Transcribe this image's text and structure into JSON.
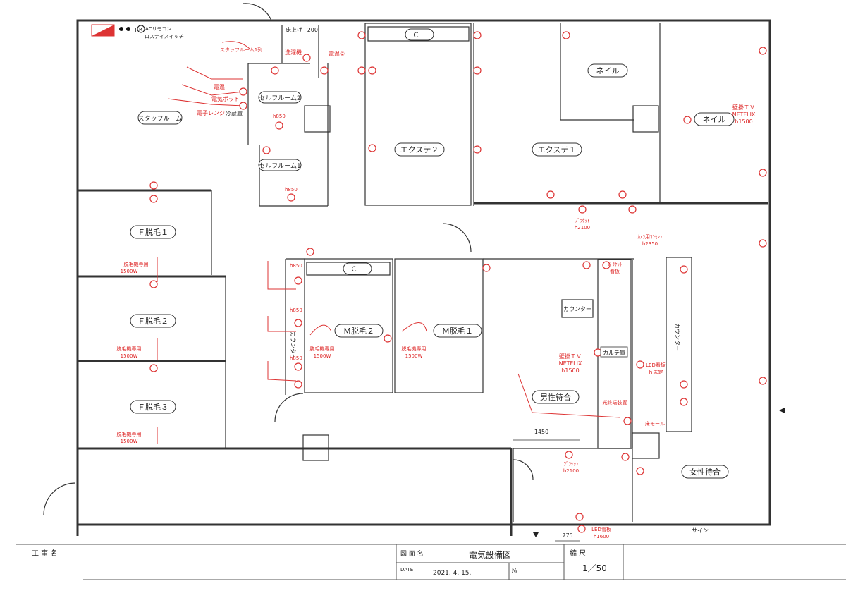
{
  "legend": {
    "l_mark": "L",
    "r_mark": "R",
    "ac_remote": "ACリモコン",
    "lossnay_switch": "ロスナイスイッチ"
  },
  "rooms": {
    "staff_room": "スタッフルーム",
    "self_room_2": "セルフルーム2",
    "self_room_1": "セルフルーム1",
    "closet_top": "ＣＬ",
    "closet_mid": "ＣＬ",
    "nail_1": "ネイル",
    "nail_2": "ネイル",
    "extension_2": "エクステ２",
    "extension_1": "エクステ１",
    "f_hair_removal_1": "Ｆ脱毛１",
    "f_hair_removal_2": "Ｆ脱毛２",
    "f_hair_removal_3": "Ｆ脱毛３",
    "m_hair_removal_2": "Ｍ脱毛２",
    "m_hair_removal_1": "Ｍ脱毛１",
    "men_waiting": "男性待合",
    "women_waiting": "女性待合",
    "counter_box": "カウンター",
    "counter_vertical_left": "カウンター",
    "counter_vertical_right": "カウンター",
    "chart_shelf": "カルテ庫"
  },
  "notes": {
    "staff_room_row": "スタッフルーム1列",
    "floor_raise": "床上げ+200",
    "washer": "洗濯機",
    "water_heater_1": "電温",
    "water_heater_2": "電温②",
    "electric_pot": "電気ポット",
    "microwave": "電子レンジ",
    "fridge": "冷蔵庫",
    "h850_a": "h850",
    "h850_b": "h850",
    "h850_c": "h850",
    "h850_d": "h850",
    "h850_e": "h850",
    "wall_tv_right": [
      "壁掛ＴＶ",
      "NETFLIX",
      "h1500"
    ],
    "wall_tv_center": [
      "壁掛ＴＶ",
      "NETFLIX",
      "h1500"
    ],
    "bracket_top": [
      "ﾌﾞﾗｹｯﾄ",
      "h2100"
    ],
    "camera_outlet": [
      "ｶﾒﾗ用ｺﾝｾﾝﾄ",
      "h2350"
    ],
    "bracket_sign": [
      "ﾌﾞﾗｹｯﾄ",
      "看板"
    ],
    "hair_machine_f1": [
      "脱毛機専用",
      "1500W"
    ],
    "hair_machine_f2": [
      "脱毛機専用",
      "1500W"
    ],
    "hair_machine_f3": [
      "脱毛機専用",
      "1500W"
    ],
    "hair_machine_m2": [
      "脱毛機専用",
      "1500W"
    ],
    "hair_machine_m1": [
      "脱毛機専用",
      "1500W"
    ],
    "led_sign_undecided": [
      "LED看板",
      "ｈ未定"
    ],
    "optical_terminal": "光終端装置",
    "floor_molding": "床モール",
    "bracket_bottom": [
      "ﾌﾞﾗｹｯﾄ",
      "h2100"
    ],
    "led_sign_bottom": [
      "LED看板",
      "h1600"
    ],
    "sign": "サイン",
    "dim_1450": "1450",
    "dim_775": "775"
  },
  "title_block": {
    "project_label": "工 事 名",
    "drawing_name_label": "図 面 名",
    "drawing_name": "電気設備図",
    "date_label": "DATE",
    "date_value": "2021. 4. 15.",
    "no_label": "№",
    "scale_label": "縮 尺",
    "scale_value": "1／50"
  },
  "colors": {
    "wiring": "#d33",
    "walls": "#333"
  }
}
